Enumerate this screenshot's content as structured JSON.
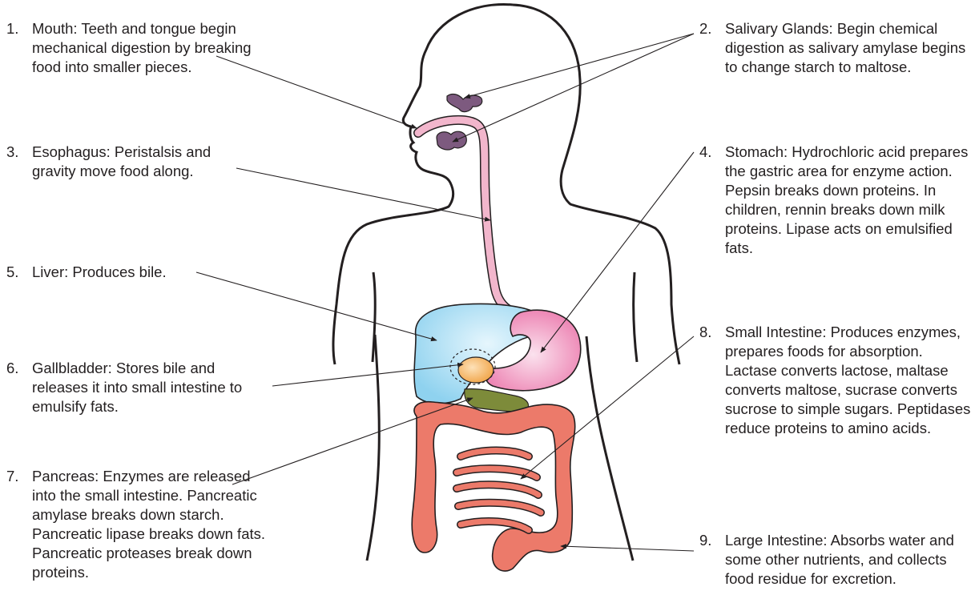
{
  "labels": {
    "mouth": {
      "num": "1.",
      "text": "Mouth: Teeth and tongue begin mechanical digestion by breaking food into smaller pieces."
    },
    "salivary": {
      "num": "2.",
      "text": "Salivary Glands: Begin chemical digestion as salivary amylase begins to change starch to maltose."
    },
    "esophagus": {
      "num": "3.",
      "text": "Esophagus: Peristalsis and gravity move food along."
    },
    "stomach": {
      "num": "4.",
      "text": "Stomach: Hydrochloric acid prepares the gastric area for enzyme action. Pepsin breaks down proteins. In children, rennin breaks down milk proteins. Lipase acts on emulsified fats."
    },
    "liver": {
      "num": "5.",
      "text": "Liver: Produces bile."
    },
    "gallbladder": {
      "num": "6.",
      "text": "Gallbladder: Stores bile and releases it into small intestine to emulsify fats."
    },
    "pancreas": {
      "num": "7.",
      "text": "Pancreas: Enzymes are released into the small intestine. Pancreatic amylase breaks down starch. Pancreatic lipase breaks down fats. Pancreatic proteases break down proteins."
    },
    "small_intestine": {
      "num": "8.",
      "text": "Small Intestine: Produces enzymes, prepares foods for absorption. Lactase converts lactose, maltase converts maltose, sucrase converts sucrose to simple sugars. Peptidases reduce proteins to amino acids."
    },
    "large_intestine": {
      "num": "9.",
      "text": "Large Intestine: Absorbs water and some other nutrients, and collects food residue for excretion."
    }
  },
  "colors": {
    "outline": "#231f20",
    "salivary": "#7d5a7f",
    "esophagus": "#f2b6cc",
    "stomach": "#ec7fb0",
    "liver": "#8fd2ef",
    "gallbladder": "#f5a94a",
    "pancreas": "#7d8b3a",
    "intestine": "#ec7a6a"
  }
}
